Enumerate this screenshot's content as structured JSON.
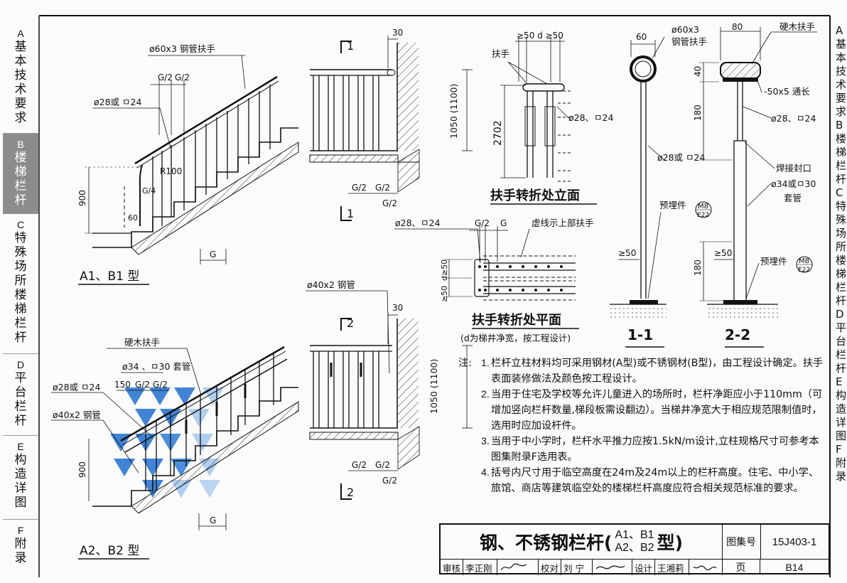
{
  "sidebar": {
    "tabs": [
      {
        "letter": "A",
        "name": "基本技术要求",
        "active": false
      },
      {
        "letter": "B",
        "name": "楼梯栏杆",
        "active": true
      },
      {
        "letter": "C",
        "name": "特殊场所楼梯栏杆",
        "active": false
      },
      {
        "letter": "D",
        "name": "平台栏杆",
        "active": false
      },
      {
        "letter": "E",
        "name": "构造详图",
        "active": false
      },
      {
        "letter": "F",
        "name": "附录",
        "active": false
      }
    ]
  },
  "right_edge": {
    "fragments": [
      "A",
      "基",
      "本",
      "技",
      "术",
      "要",
      "求",
      "B",
      "楼",
      "梯",
      "栏",
      "杆",
      "C",
      "特",
      "殊",
      "场",
      "所",
      "楼",
      "梯",
      "栏",
      "杆",
      "D",
      "平",
      "台",
      "栏",
      "杆",
      "E",
      "构",
      "造",
      "详",
      "图",
      "F",
      "附",
      "录"
    ]
  },
  "drawing_a1": {
    "caption": "A1、B1 型",
    "handrail": "ø60x3 钢管扶手",
    "gap1": "G/2",
    "gap2": "G/2",
    "baluster": "ø28或 ㅁ24",
    "radius": "R100",
    "g4": "G/4",
    "h900": "900",
    "h60": "60",
    "g": "G"
  },
  "drawing_a2": {
    "caption": "A2、B2 型",
    "wood_rail": "硬木扶手",
    "sleeve": "ø34 、ㅁ30 套管",
    "dim150": "150",
    "gap1": "G/2",
    "gap2": "G/2",
    "baluster": "ø28或 ㅁ24",
    "pipe": "ø40x2 钢管",
    "h900": "900",
    "g": "G"
  },
  "section1": {
    "mark": "1",
    "dim30": "30",
    "height": "1050 (1100)",
    "g1": "G/2",
    "g2": "G/2",
    "g3": "G/2"
  },
  "section2": {
    "mark": "2",
    "pipe": "ø40x2 钢管",
    "dim30": "30",
    "height": "1050 (1100)",
    "g1": "G/2",
    "g2": "G/2",
    "g3": "G/2"
  },
  "elevation": {
    "title": "扶手转折处立面",
    "dims_top": "≥50  d  ≥50",
    "rail": "扶手",
    "height": "2702",
    "baluster": "ø28、ㅁ24"
  },
  "plan": {
    "title": "扶手转折处平面",
    "subtitle": "(d为梯井净宽，按工程设计)",
    "baluster": "ø28、ㅁ24",
    "g2": "G/2",
    "g": "G",
    "dashed_note": "虚线示上部扶手",
    "dim_a": "d≥50",
    "dim_b": "≥50"
  },
  "sec11": {
    "label": "1-1",
    "pipe": "ø60x3",
    "pipe2": "钢管扶手",
    "dim60": "60",
    "baluster": "ø28或 ㅁ24",
    "embed": "预埋件",
    "bolt": "M8",
    "bolt2": "E22",
    "dim50": "≥50"
  },
  "sec22": {
    "label": "2-2",
    "dim80": "80",
    "wood": "硬木扶手",
    "dim40": "40",
    "flat": "-50x5 通长",
    "dim180a": "180",
    "baluster": "ø28、ㅁ24",
    "weld": "焊接封口",
    "sleeve": "ø34或ㅁ30",
    "sleeve2": "套管",
    "dim50": "≥50",
    "embed": "预埋件",
    "bolt": "M8",
    "bolt2": "E22",
    "dim180b": "180"
  },
  "notes": {
    "prefix": "注:",
    "items": [
      {
        "num": "1.",
        "text": "栏杆立柱材料均可采用钢材(A型)或不锈钢材(B型)，由工程设计确定。扶手表面装修做法及颜色按工程设计。"
      },
      {
        "num": "2.",
        "text": "当用于住宅及学校等允许儿童进入的场所时，栏杆净距应小于110mm（可增加竖向栏杆数量,梯段板需设翻边）。当梯井净宽大于相应规范限制值时，选用时应加设杆件。"
      },
      {
        "num": "3.",
        "text": "当用于中小学时，栏杆水平推力应按1.5kN/m设计,立柱规格尺寸可参考本图集附录F选用表。"
      },
      {
        "num": "4.",
        "text": "括号内尺寸用于临空高度在24m及24m以上的栏杆高度。住宅、中小学、旅馆、商店等建筑临空处的楼梯栏杆高度应符合相关规范标准的要求。"
      }
    ]
  },
  "title_block": {
    "title_pre": "钢、不锈钢栏杆(",
    "sub_top": "A1、B1",
    "sub_bottom": "A2、B2",
    "title_post": "型)",
    "atlas_label": "图集号",
    "atlas_no": "15J403-1",
    "page_label": "页",
    "page_no": "B14",
    "roles": [
      {
        "role": "审核",
        "name": "李正刚"
      },
      {
        "role": "校对",
        "name": "刘 宁"
      },
      {
        "role": "设计",
        "name": "王湘莉"
      }
    ]
  }
}
